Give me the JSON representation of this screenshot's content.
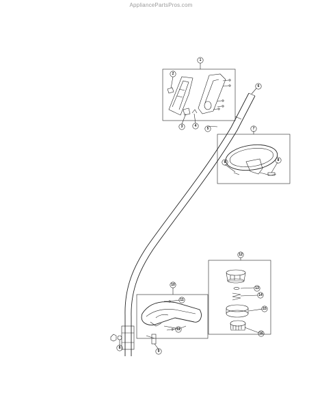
{
  "watermark": "AppliancePartsPros.com",
  "callouts": [
    {
      "id": "c1",
      "label": "1"
    },
    {
      "id": "c2",
      "label": "2"
    },
    {
      "id": "c3",
      "label": "3"
    },
    {
      "id": "c4",
      "label": "4"
    },
    {
      "id": "c5",
      "label": "5"
    },
    {
      "id": "c6",
      "label": "6"
    },
    {
      "id": "c6b",
      "label": "6"
    },
    {
      "id": "c7",
      "label": "7"
    },
    {
      "id": "c8a",
      "label": "8"
    },
    {
      "id": "c8b",
      "label": "8"
    },
    {
      "id": "c9",
      "label": "9"
    },
    {
      "id": "c10",
      "label": "10"
    },
    {
      "id": "c11a",
      "label": "11"
    },
    {
      "id": "c11b",
      "label": "11"
    },
    {
      "id": "c12",
      "label": "12"
    },
    {
      "id": "c13",
      "label": "13"
    },
    {
      "id": "c14",
      "label": "14"
    },
    {
      "id": "c15",
      "label": "15"
    },
    {
      "id": "c16",
      "label": "16"
    }
  ]
}
